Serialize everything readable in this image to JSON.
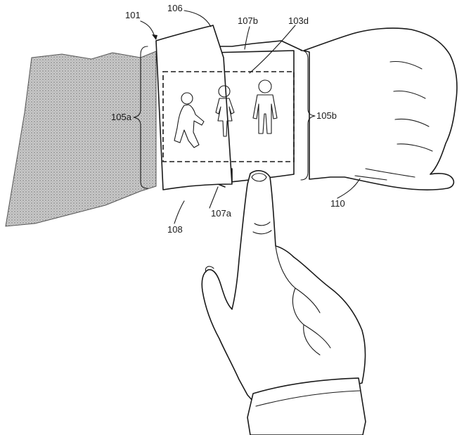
{
  "labels": {
    "l101": "101",
    "l106": "106",
    "l107b": "107b",
    "l103d": "103d",
    "l105a": "105a",
    "l105b": "105b",
    "l110": "110",
    "l107a": "107a",
    "l108": "108"
  },
  "icons": [
    "walking-person-icon",
    "female-person-icon",
    "standing-person-icon"
  ],
  "colors": {
    "line": "#1a1a1a",
    "sleeve": "#bcbcbc",
    "background": "#ffffff"
  }
}
